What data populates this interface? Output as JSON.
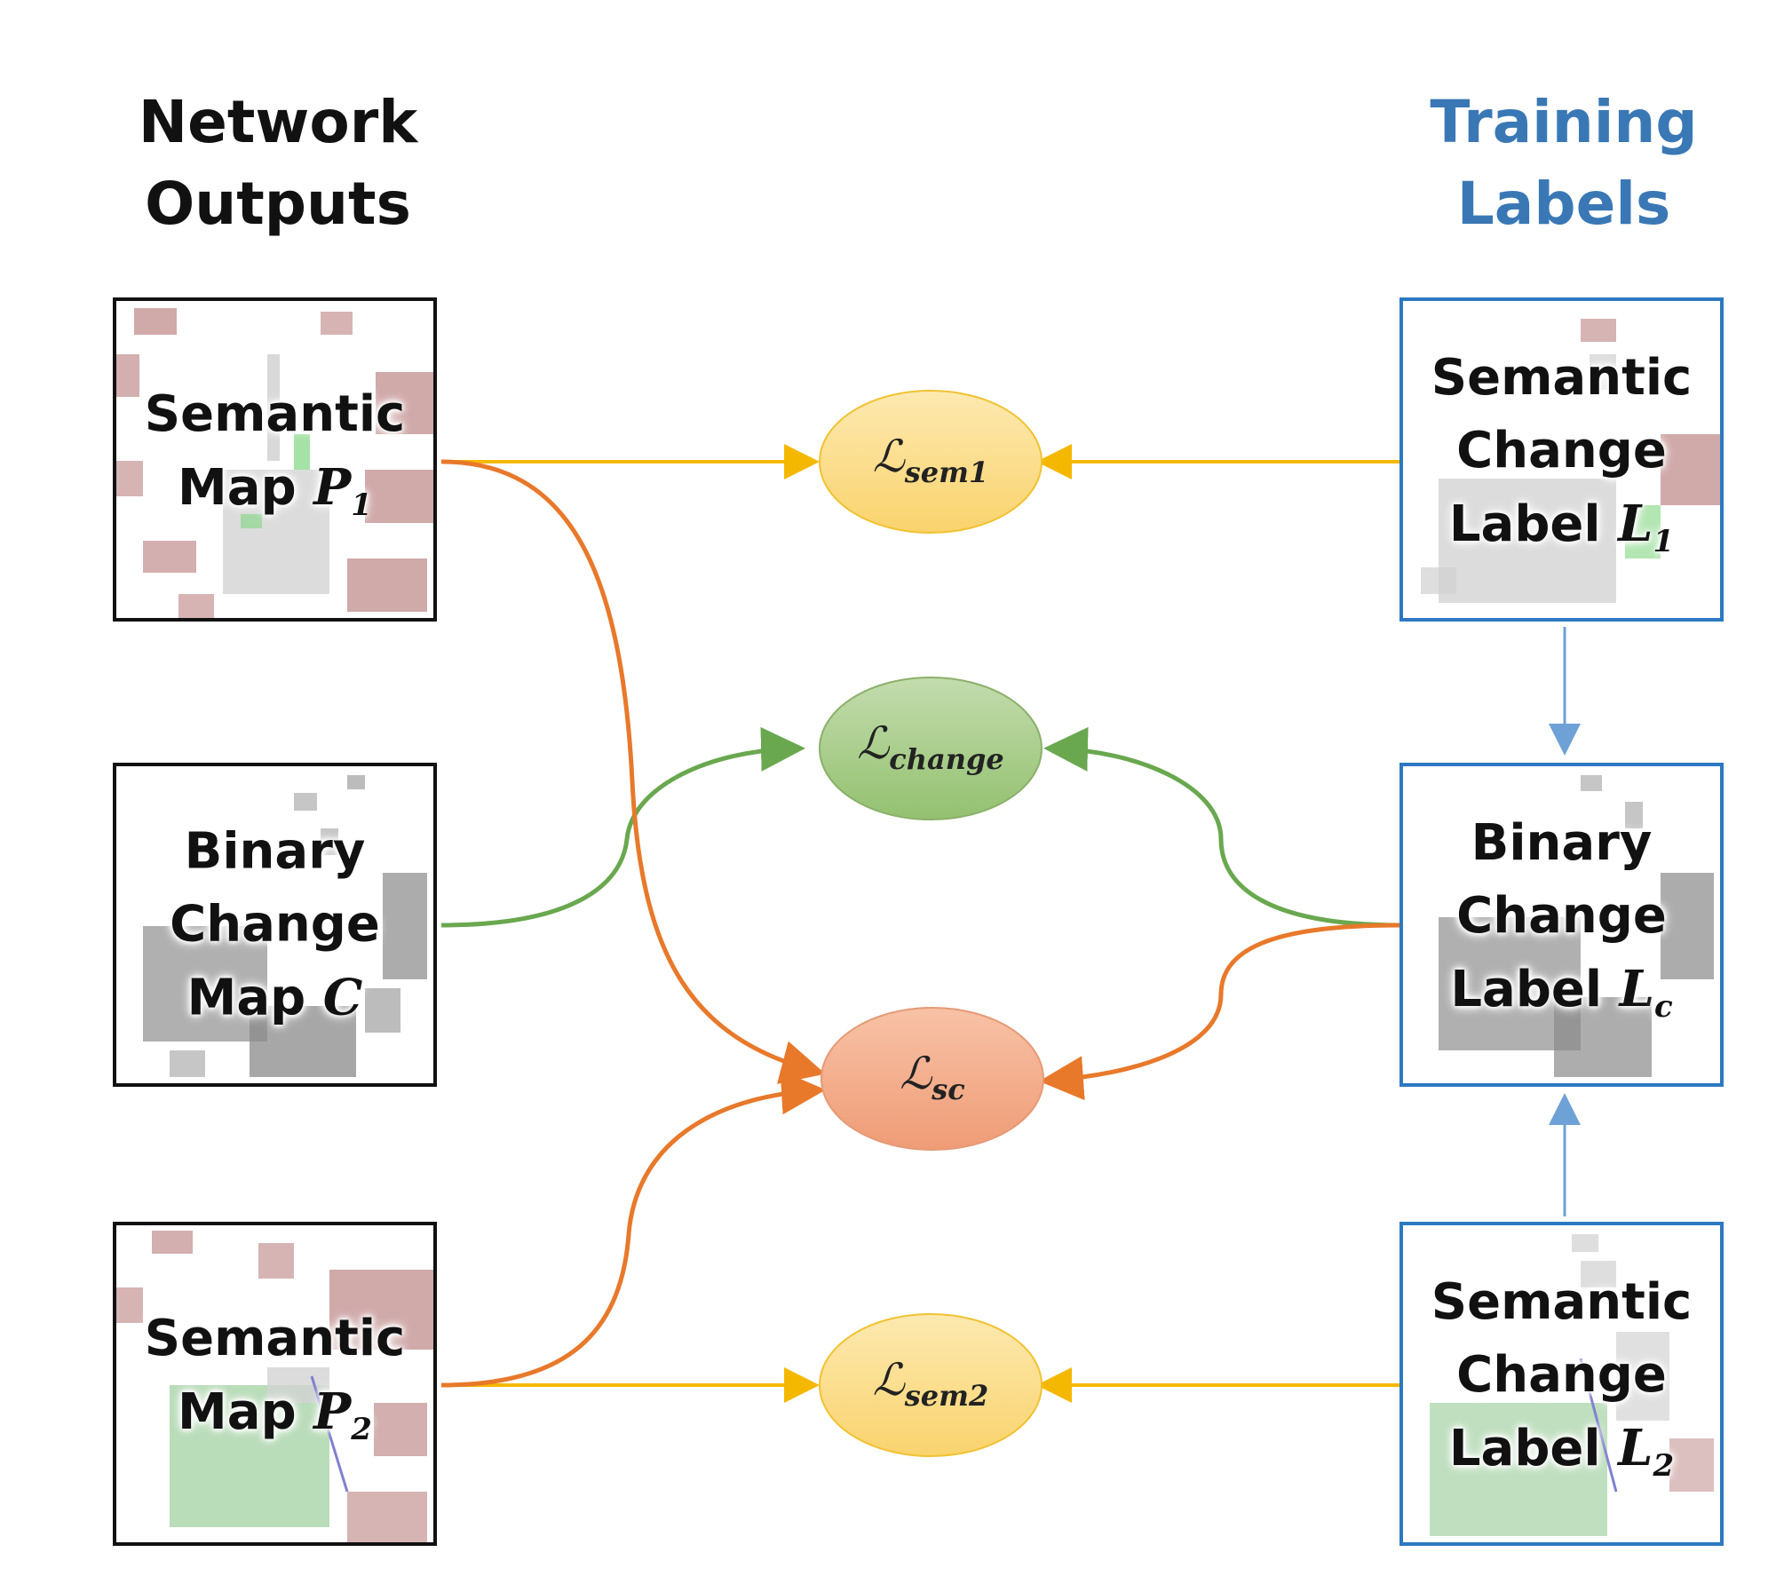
{
  "headers": {
    "left": {
      "line1": "Network",
      "line2": "Outputs"
    },
    "right": {
      "line1": "Training",
      "line2": "Labels"
    }
  },
  "outputs": {
    "p1": {
      "line1": "Semantic",
      "line2": "Map",
      "symbol": "P",
      "sub": "1"
    },
    "c": {
      "line1": "Binary",
      "line2": "Change",
      "line3": "Map",
      "symbol": "C",
      "sub": ""
    },
    "p2": {
      "line1": "Semantic",
      "line2": "Map",
      "symbol": "P",
      "sub": "2"
    }
  },
  "labels": {
    "l1": {
      "line1": "Semantic",
      "line2": "Change",
      "line3": "Label",
      "symbol": "L",
      "sub": "1"
    },
    "lc": {
      "line1": "Binary",
      "line2": "Change",
      "line3": "Label",
      "symbol": "L",
      "sub": "c"
    },
    "l2": {
      "line1": "Semantic",
      "line2": "Change",
      "line3": "Label",
      "symbol": "L",
      "sub": "2"
    }
  },
  "losses": {
    "sem1": {
      "symbol": "ℒ",
      "sub": "sem1"
    },
    "change": {
      "symbol": "ℒ",
      "sub": "change"
    },
    "sc": {
      "symbol": "ℒ",
      "sub": "sc"
    },
    "sem2": {
      "symbol": "ℒ",
      "sub": "sem2"
    }
  },
  "colors": {
    "yellow": "#f5b800",
    "green": "#6aa84f",
    "orange": "#e8792b",
    "blue": "#6ea1d6",
    "blueBorder": "#2c79c2",
    "headerBlue": "#3a78b5"
  }
}
